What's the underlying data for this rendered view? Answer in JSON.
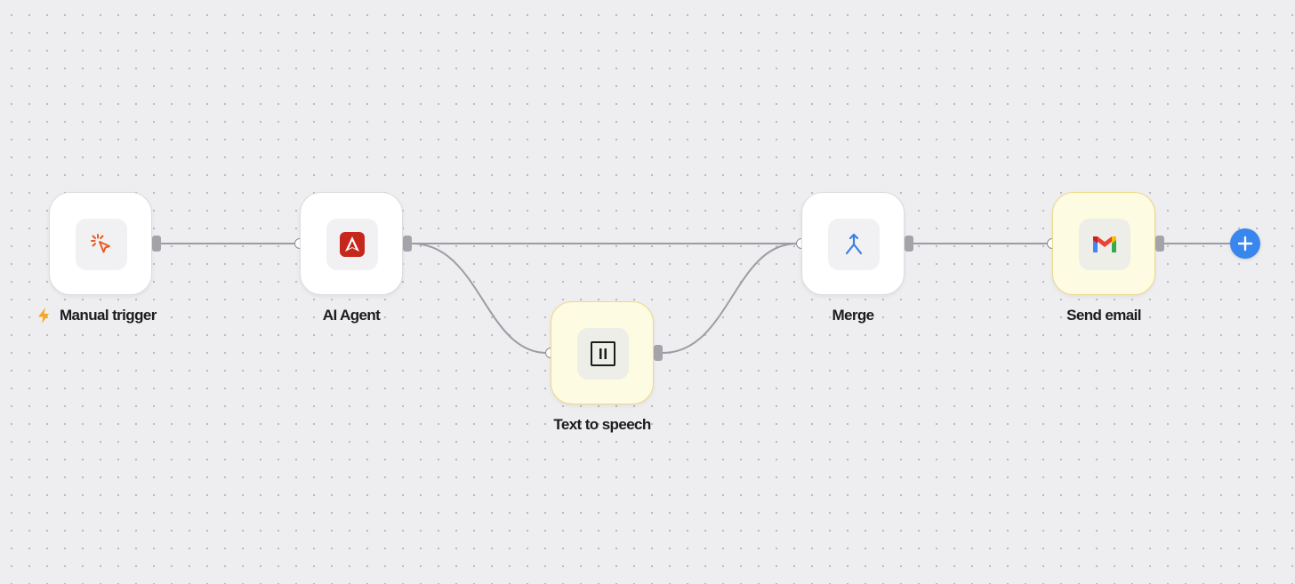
{
  "workflow": {
    "nodes": [
      {
        "id": "manual_trigger",
        "label": "Manual trigger",
        "icon": "cursor-click-icon",
        "trigger_icon": "lightning-bolt-icon"
      },
      {
        "id": "ai_agent",
        "label": "AI Agent",
        "icon": "ai-agent-logo-icon"
      },
      {
        "id": "text_to_speech",
        "label": "Text to speech",
        "icon": "pause-icon"
      },
      {
        "id": "merge",
        "label": "Merge",
        "icon": "merge-arrow-icon"
      },
      {
        "id": "send_email",
        "label": "Send email",
        "icon": "gmail-icon"
      }
    ],
    "connections": [
      [
        "manual_trigger",
        "ai_agent"
      ],
      [
        "ai_agent",
        "merge"
      ],
      [
        "ai_agent",
        "text_to_speech"
      ],
      [
        "text_to_speech",
        "merge"
      ],
      [
        "merge",
        "send_email"
      ]
    ],
    "add_node_icon": "plus-icon"
  },
  "colors": {
    "canvas": "#eeeef0",
    "highlight_node": "#fdfbe2",
    "accent": "#3a86ef",
    "trigger": "#f5a623"
  }
}
